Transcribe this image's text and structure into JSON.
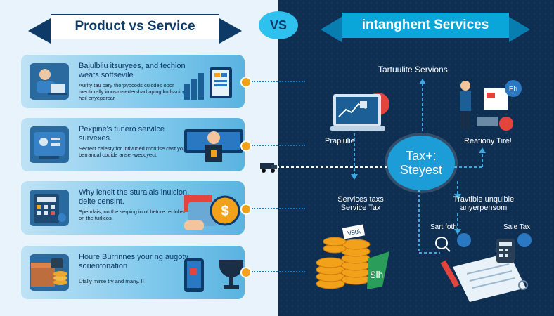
{
  "header": {
    "left_title": "Product vs Service",
    "vs_label": "VS",
    "right_title": "intanghent Services"
  },
  "cards": [
    {
      "head": "Bajulbliu itsuryees, and techion weats softsevile",
      "sub": "Aurity tau cary thorpybcods cuicdes opor mecticrally irousicrsertershad aping kolfssning heil enyepercar"
    },
    {
      "head": "Pexpine's tunero servilce survexes.",
      "sub": "Sectect calesty for Intivuded montlse cast your berrancal couide anser-wecoyect."
    },
    {
      "head": "Why lenelt the sturaials inuicion, delte censint.",
      "sub": "Spendais, on the serping in of betore reclnber on the turlicos."
    },
    {
      "head": "Houre Burrinnes your ng augoty sorienfonation",
      "sub": "Utally mirse try and rnany. II"
    }
  ],
  "right": {
    "top_label": "Tartuulite Servions",
    "left_label": "Prapiulie",
    "right_label": "Reationy Tire!",
    "center_line1": "Tax+:",
    "center_line2": "Steyest",
    "services_tax1": "Services taxs",
    "services_tax2": "Service Tax",
    "tangible1": "Travtible unqulble",
    "tangible2": "anyerpensom",
    "sart": "Sart foth",
    "sale": "Sale Tax",
    "coin_label": "$lh",
    "board_label": "Eh",
    "note_label": "V90\\"
  },
  "colors": {
    "left_bg": "#e8f3fb",
    "right_bg": "#0f2f52",
    "accent_blue": "#0aa6d9",
    "navy": "#0d3a66",
    "orange": "#f2a11a"
  }
}
